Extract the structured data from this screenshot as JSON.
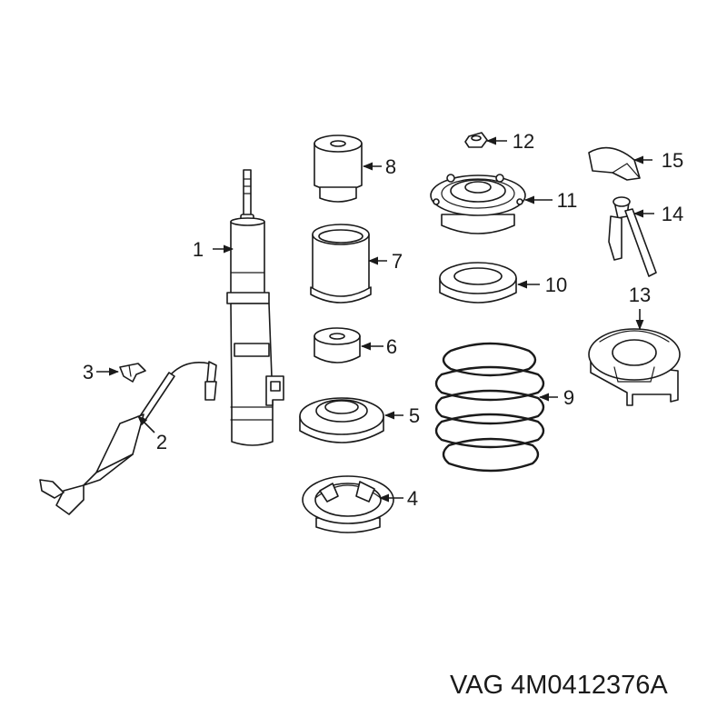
{
  "caption": "VAG 4M0412376A",
  "callouts": [
    "1",
    "2",
    "3",
    "4",
    "5",
    "6",
    "7",
    "8",
    "9",
    "10",
    "11",
    "12",
    "13",
    "14",
    "15"
  ]
}
